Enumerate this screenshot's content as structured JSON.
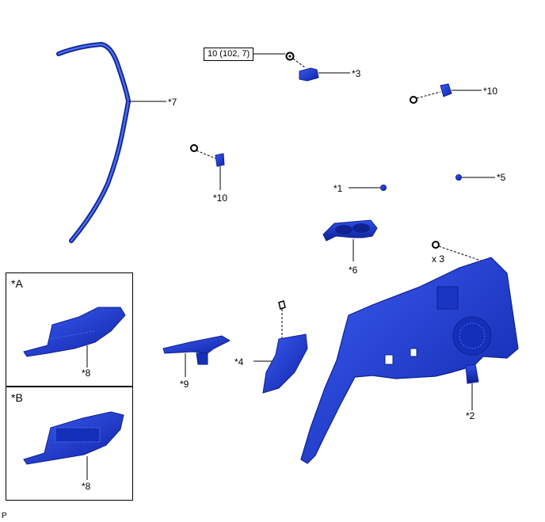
{
  "labels": {
    "p1": "*1",
    "p2": "*2",
    "p3": "*3",
    "p4": "*4",
    "p5": "*5",
    "p6": "*6",
    "p7": "*7",
    "p8a": "*8",
    "p8b": "*8",
    "p9": "*9",
    "p10a": "*10",
    "p10b": "*10"
  },
  "torque": "10 (102, 7)",
  "quantity": "x 3",
  "insets": {
    "a": "*A",
    "b": "*B"
  },
  "corner_mark": "P",
  "colors": {
    "part_fill": "#1e3fd6",
    "part_dark": "#0f2290",
    "part_light": "#4a6cf0",
    "line": "#000000"
  }
}
